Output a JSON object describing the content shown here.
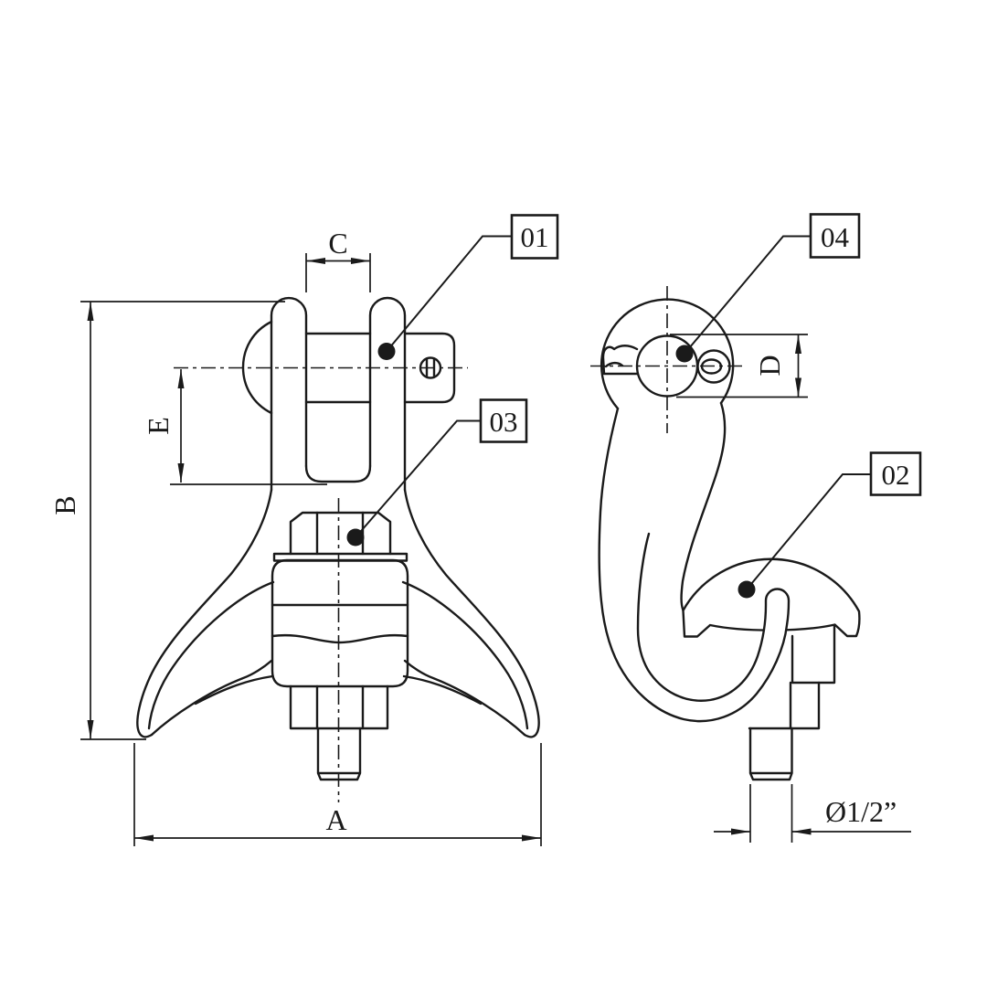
{
  "meta": {
    "background": "#ffffff",
    "line_color": "#1a1a1a"
  },
  "dimension_labels": {
    "overall_width": "A",
    "overall_height": "B",
    "clevis_opening": "C",
    "pin_diameter": "D",
    "pin_to_seat": "E",
    "stud_diameter": "Ø1/2”"
  },
  "callouts": [
    {
      "id": "01"
    },
    {
      "id": "02"
    },
    {
      "id": "03"
    },
    {
      "id": "04"
    }
  ]
}
